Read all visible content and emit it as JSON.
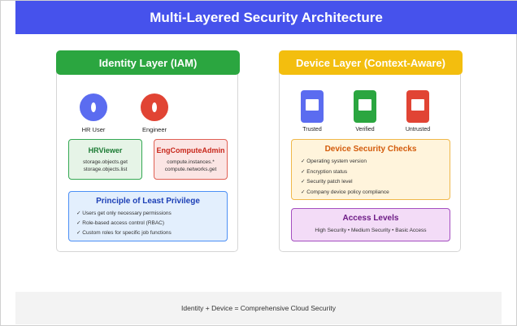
{
  "header": {
    "title": "Multi-Layered Security Architecture"
  },
  "identity": {
    "title": "Identity Layer (IAM)",
    "users": [
      {
        "label": "HR User",
        "color": "#5b6cf0"
      },
      {
        "label": "Engineer",
        "color": "#e14434"
      }
    ],
    "hr_viewer": {
      "title": "HRViewer",
      "permissions": [
        "storage.objects.get",
        "storage.objects.list"
      ]
    },
    "eng_admin": {
      "title": "EngComputeAdmin",
      "permissions": [
        "compute.instances.*",
        "compute.networks.get"
      ]
    },
    "principle": {
      "title": "Principle of Least Privilege",
      "items": [
        "✓ Users get only necessary permissions",
        "✓ Role-based access control (RBAC)",
        "✓ Custom roles for specific job functions"
      ]
    }
  },
  "device": {
    "title": "Device Layer (Context-Aware)",
    "devices": [
      {
        "label": "Trusted",
        "color": "#5b6cf0"
      },
      {
        "label": "Verified",
        "color": "#2ba640"
      },
      {
        "label": "Untrusted",
        "color": "#e14434"
      }
    ],
    "checks": {
      "title": "Device Security Checks",
      "items": [
        "✓ Operating system version",
        "✓ Encryption status",
        "✓ Security patch level",
        "✓ Company device policy compliance"
      ]
    },
    "levels": {
      "title": "Access Levels",
      "text": "High Security • Medium Security • Basic Access"
    }
  },
  "footer": {
    "text": "Identity + Device = Comprehensive Cloud Security"
  }
}
